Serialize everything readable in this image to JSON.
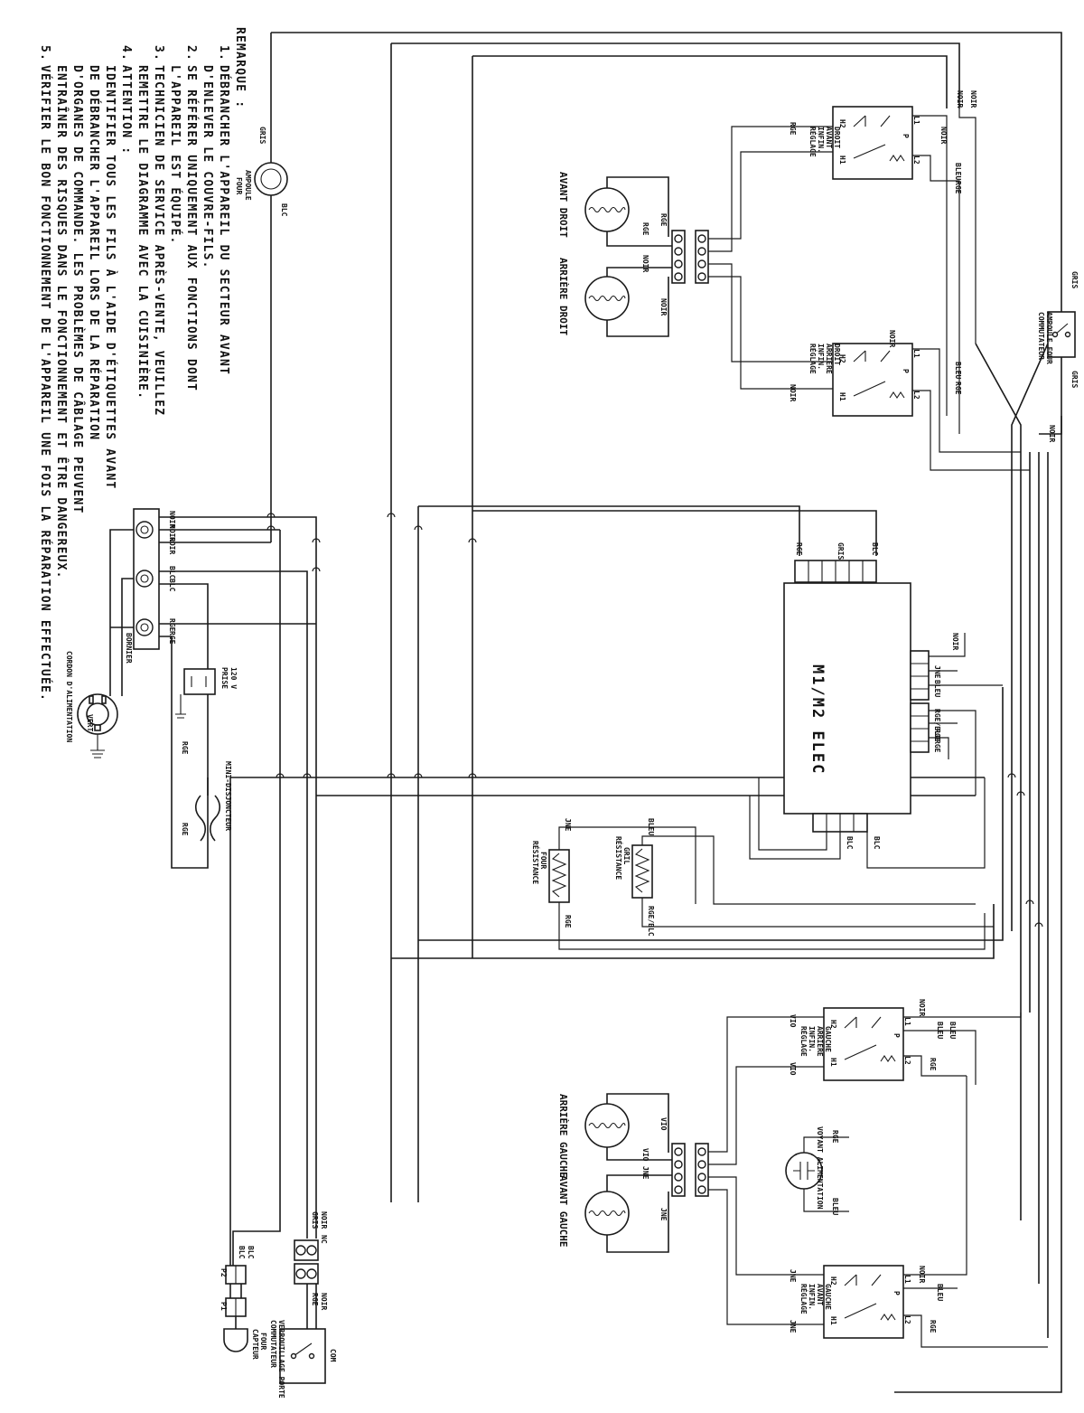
{
  "notes": {
    "heading": "REMARQUE :",
    "items": [
      {
        "num": "1.",
        "lines": [
          "DÉBRANCHER L'APPAREIL DU SECTEUR AVANT",
          "D'ENLEVER LE COUVRE-FILS."
        ]
      },
      {
        "num": "2.",
        "lines": [
          "SE RÉFÉRER UNIQUEMENT AUX FONCTIONS DONT",
          "L'APPAREIL EST ÉQUIPÉ."
        ]
      },
      {
        "num": "3.",
        "lines": [
          "TECHNICIEN DE SERVICE APRÈS-VENTE, VEUILLEZ",
          "REMETTRE LE DIAGRAMME AVEC LA CUISINIÈRE."
        ]
      },
      {
        "num": "4.",
        "lines": [
          "ATTENTION :",
          "IDENTIFIER TOUS LES FILS À L'AIDE D'ÉTIQUETTES AVANT",
          "DE DÉBRANCHER L'APPAREIL LORS DE LA RÉPARATION",
          "D'ORGANES DE COMMANDE. LES PROBLÈMES DE CÂBLAGE PEUVENT",
          "ENTRAÎNER DES RISQUES DANS LE FONCTIONNEMENT ET ÊTRE DANGEREUX."
        ]
      },
      {
        "num": "5.",
        "lines": [
          "VÉRIFIER LE BON FONCTIONNEMENT DE L'APPAREIL UNE FOIS LA RÉPARATION EFFECTUÉE."
        ]
      }
    ]
  },
  "components": {
    "control": "M1/M2 ELEC",
    "lamp": [
      "AMPOULE",
      "FOUR"
    ],
    "lamp_switch": [
      "COMMUTATEUR",
      "AMPOULE FOUR"
    ],
    "terminal_block": "BORNIER",
    "power_cord": [
      "CORDON D'ALIMENTATION"
    ],
    "outlet": [
      "PRISE",
      "120 V"
    ],
    "fuse": "MINI-DISJONCTEUR",
    "bake": [
      "RÉSISTANCE",
      "FOUR"
    ],
    "broil": [
      "RÉSISTANCE",
      "GRIL"
    ],
    "indicator": [
      "VOYANT ALIMENTATION"
    ],
    "door_switch": [
      "COMMUTATEUR",
      "VERROUILLAGE PORTE"
    ],
    "oven_sensor": [
      "CAPTEUR",
      "FOUR"
    ],
    "vert": "VERT",
    "surface_rf": "AVANT DROIT",
    "surface_rr": "ARRIÈRE DROIT",
    "surface_lr": "ARRIÈRE GAUCHE",
    "surface_lf": "AVANT GAUCHE",
    "sw_rf": [
      "RÉGLAGE",
      "INFIN.",
      "AVANT",
      "DROIT"
    ],
    "sw_rr": [
      "RÉGLAGE",
      "INFIN.",
      "ARRIÈRE",
      "DROIT"
    ],
    "sw_lr": [
      "RÉGLAGE",
      "INFIN.",
      "ARRIÈRE",
      "GAUCHE"
    ],
    "sw_lf": [
      "RÉGLAGE",
      "INFIN.",
      "AVANT",
      "GAUCHE"
    ]
  },
  "wire_colors": {
    "noir": "NOIR",
    "blc": "BLC",
    "rge": "RGE",
    "bleu": "BLEU",
    "gris": "GRIS",
    "jne": "JNE",
    "vio": "VIO",
    "rge_blc": "RGE/BLC"
  },
  "terminal_ids": {
    "l1": "L1",
    "l2": "L2",
    "h1": "H1",
    "h2": "H2",
    "p": "P",
    "p1": "P1",
    "p2": "P2",
    "nc": "NC",
    "com": "COM"
  }
}
